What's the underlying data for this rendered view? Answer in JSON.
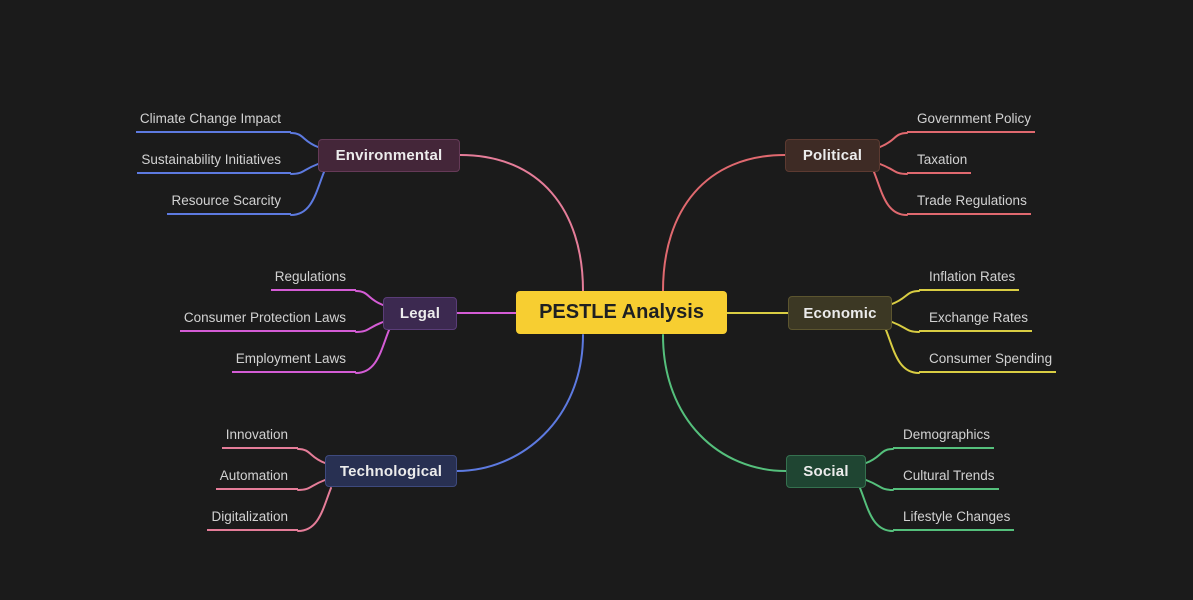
{
  "canvas": {
    "background": "#1b1b1b"
  },
  "root": {
    "label": "PESTLE Analysis",
    "fill": "#f7ce31",
    "text_color": "#1e2022"
  },
  "branches": [
    {
      "id": "political",
      "label": "Political",
      "side": "right",
      "link_color": "#e0696f",
      "leaf_color": "#e0696f",
      "box_fill": "#3e2b25",
      "box_border": "#5c3a31",
      "children": [
        "Government Policy",
        "Taxation",
        "Trade Regulations"
      ]
    },
    {
      "id": "economic",
      "label": "Economic",
      "side": "right",
      "link_color": "#d9cd43",
      "leaf_color": "#d9cd43",
      "box_fill": "#3c3824",
      "box_border": "#5c552f",
      "children": [
        "Inflation Rates",
        "Exchange Rates",
        "Consumer Spending"
      ]
    },
    {
      "id": "social",
      "label": "Social",
      "side": "right",
      "link_color": "#55c07c",
      "leaf_color": "#55c07c",
      "box_fill": "#1f4532",
      "box_border": "#35714f",
      "children": [
        "Demographics",
        "Cultural Trends",
        "Lifestyle Changes"
      ]
    },
    {
      "id": "environmental",
      "label": "Environmental",
      "side": "left",
      "link_color": "#e57d99",
      "leaf_color": "#5d7ae0",
      "box_fill": "#442639",
      "box_border": "#653a57",
      "children": [
        "Climate Change Impact",
        "Sustainability Initiatives",
        "Resource Scarcity"
      ]
    },
    {
      "id": "legal",
      "label": "Legal",
      "side": "left",
      "link_color": "#d45cd5",
      "leaf_color": "#d45cd5",
      "box_fill": "#3c2950",
      "box_border": "#5a3d78",
      "children": [
        "Regulations",
        "Consumer Protection Laws",
        "Employment Laws"
      ]
    },
    {
      "id": "technological",
      "label": "Technological",
      "side": "left",
      "link_color": "#5d7ae0",
      "leaf_color": "#e57d99",
      "box_fill": "#283052",
      "box_border": "#3e4a7e",
      "children": [
        "Innovation",
        "Automation",
        "Digitalization"
      ]
    }
  ]
}
